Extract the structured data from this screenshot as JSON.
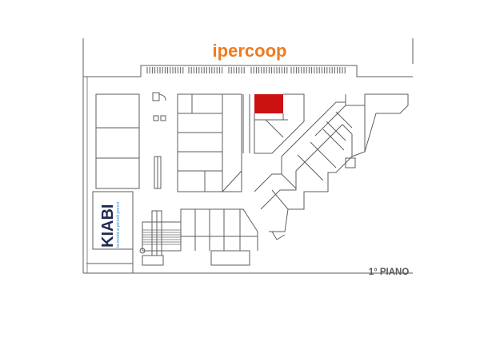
{
  "anchor_store_top": {
    "name": "ipercoop",
    "color": "#f07a1e"
  },
  "anchor_store_left": {
    "name": "KIABI",
    "tagline": "la moda a piccoli prezzi",
    "name_color": "#1f2a52",
    "tagline_color": "#2f8fd1"
  },
  "floor_label": "1° PIANO",
  "highlight": {
    "color": "#cc1111"
  },
  "icons": {
    "escalator": "escalator-icon",
    "restroom": "restroom-icon"
  }
}
